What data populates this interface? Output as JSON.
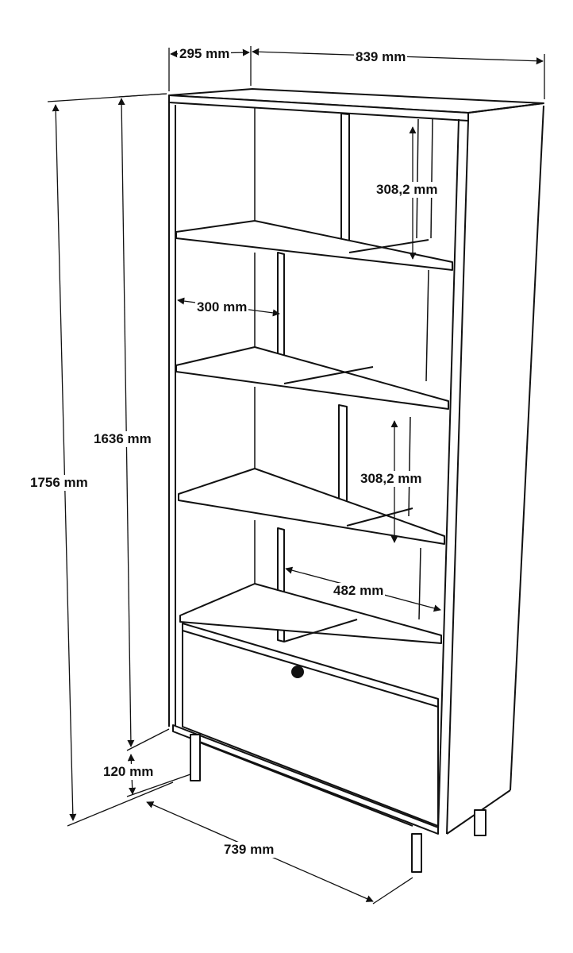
{
  "title": "Bookshelf dimensions",
  "dimensions": {
    "depth": "295 mm",
    "width": "839 mm",
    "total_height": "1756 mm",
    "body_height": "1636 mm",
    "leg_height": "120 mm",
    "base_width": "739 mm",
    "top_right_compartment_height": "308,2 mm",
    "upper_left_compartment_width": "300 mm",
    "middle_right_compartment_height": "308,2 mm",
    "lower_right_compartment_width": "482 mm"
  },
  "colors": {
    "line": "#111111",
    "background": "#ffffff"
  }
}
